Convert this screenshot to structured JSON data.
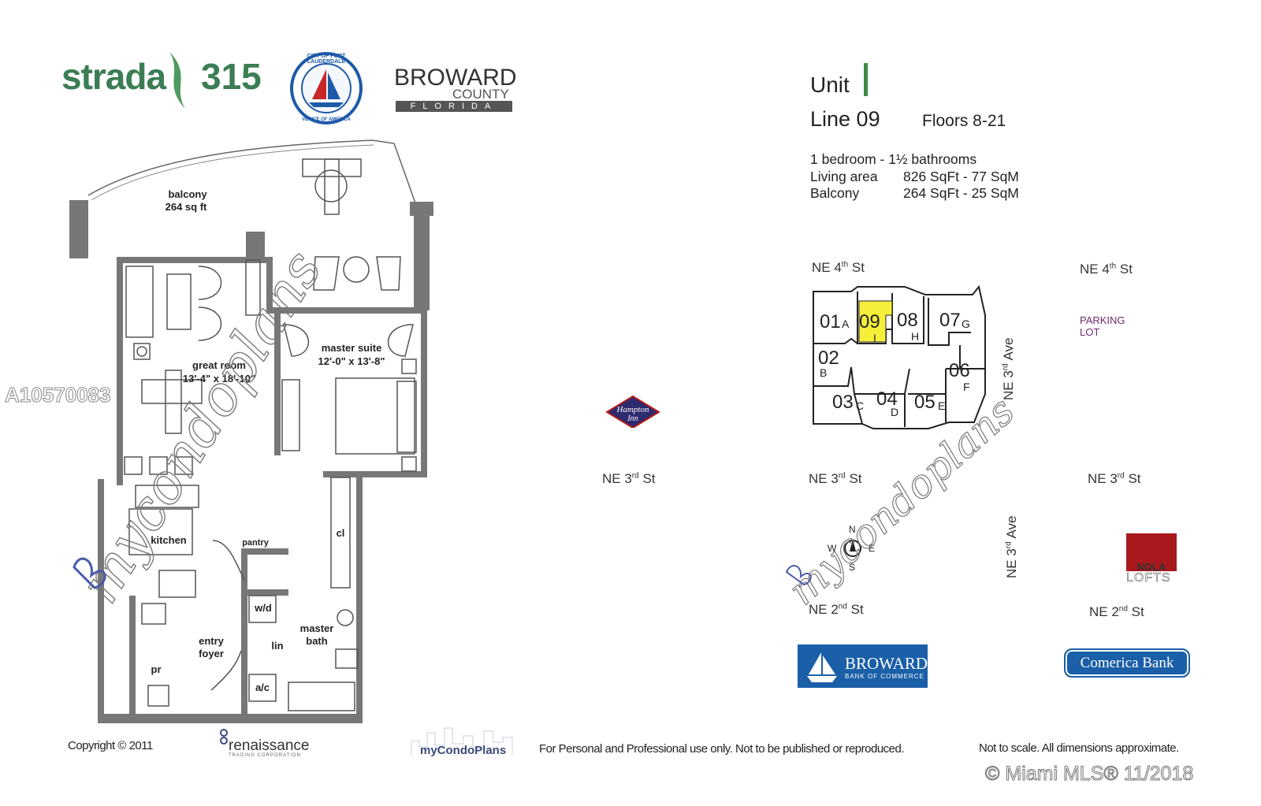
{
  "branding": {
    "strada": "strada",
    "number": "315",
    "seal_top": "CITY OF FORT LAUDERDALE",
    "seal_bottom": "VENICE OF AMERICA",
    "broward_title": "BROWARD",
    "broward_county": "COUNTY",
    "broward_state": "FLORIDA"
  },
  "unit": {
    "unit_label": "Unit",
    "line": "Line 09",
    "floors": "Floors  8-21",
    "bedrooms": "1 bedroom - 1½ bathrooms",
    "living_label": "Living area",
    "living_value": "826  SqFt - 77  SqM",
    "balcony_label": "Balcony",
    "balcony_value": "264  SqFt  - 25 SqM"
  },
  "floorplan": {
    "balcony": "balcony",
    "balcony_size": "264 sq ft",
    "great_room": "great room",
    "great_room_size": "13'-4\" x 18'-10\"",
    "master_suite": "master suite",
    "master_suite_size": "12'-0\" x 13'-8\"",
    "kitchen": "kitchen",
    "pantry": "pantry",
    "cl": "cl",
    "wd": "w/d",
    "lin": "lin",
    "master_bath_1": "master",
    "master_bath_2": "bath",
    "entry_1": "entry",
    "entry_2": "foyer",
    "pr": "pr",
    "ac": "a/c"
  },
  "site_map": {
    "ne4_1": "NE 4",
    "ne4_2": "NE 4",
    "th": "th",
    "st": "St",
    "rd": "rd",
    "nd": "nd",
    "ne3_a": "NE 3",
    "ne3_b": "NE 3",
    "ne3_c": "NE 3",
    "ne2_a": "NE 2",
    "ne2_b": "NE 2",
    "ave": "Ave",
    "parking_1": "PARKING",
    "parking_2": "LOT",
    "units": [
      "01",
      "02",
      "03",
      "04",
      "05",
      "06",
      "07",
      "08",
      "09"
    ],
    "letters": [
      "A",
      "B",
      "C",
      "D",
      "E",
      "F",
      "G",
      "H",
      "I"
    ],
    "compass": [
      "N",
      "S",
      "E",
      "W"
    ],
    "hampton_1": "Hampton",
    "hampton_2": "Inn",
    "nola": "NOLA",
    "lofts": "LOFTS",
    "bbc_1": "BROWARD",
    "bbc_2": "BANK OF COMMERCE",
    "comerica": "Comerica Bank"
  },
  "watermarks": {
    "listing_id": "A10570083",
    "mls": "© Miami MLS® 11/2018",
    "mycondo": "mycondoplans"
  },
  "footer": {
    "copyright": "Copyright © 2011",
    "renaissance": "renaissance",
    "renaissance_sub": "TRADING CORPORATION",
    "mycondoplans": "myCondoPlans",
    "personal_use": "For Personal and Professional use only.  Not to be published or reproduced.",
    "not_to_scale": "Not to scale.  All dimensions approximate."
  },
  "colors": {
    "brand_green": "#3b7d55",
    "unit_highlight": "#f5ef3a",
    "bank_blue": "#1a5fa8",
    "nola_red": "#a8181c"
  }
}
